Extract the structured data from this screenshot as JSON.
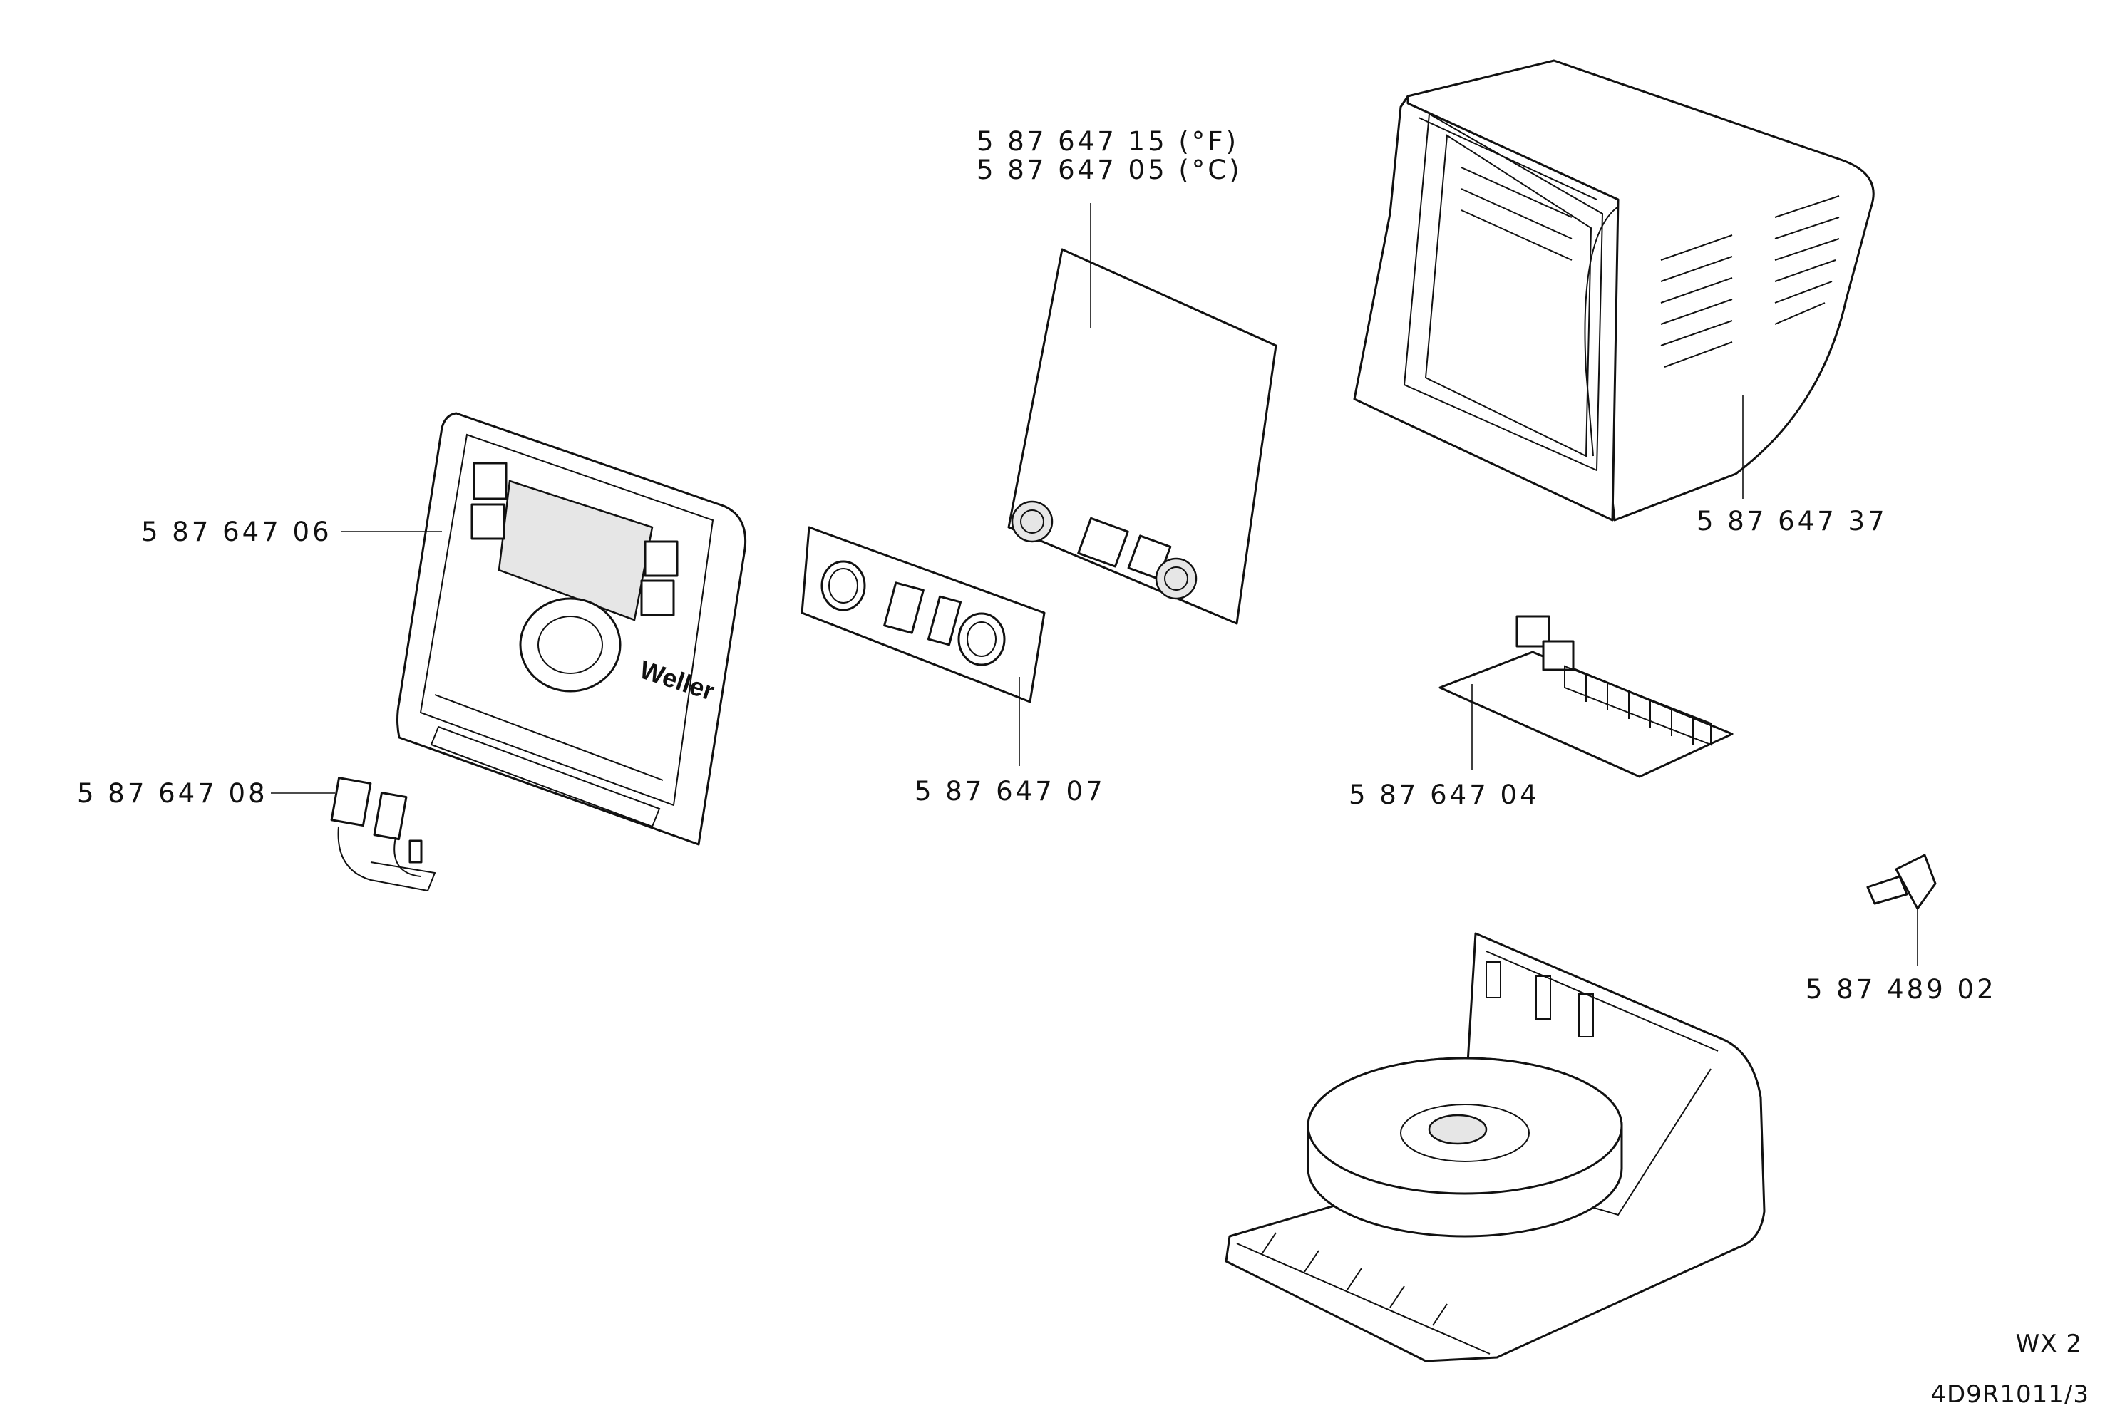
{
  "callouts": {
    "pcb_fahrenheit": "5 87 647 15 (°F)",
    "pcb_celsius": "5 87 647 05 (°C)",
    "housing": "5 87 647 37",
    "front_panel": "5 87 647 06",
    "socket_panel": "5 87 647 07",
    "power_board": "5 87 647 04",
    "switch_part": "5 87 647 08",
    "fuse_holder": "5 87 489 02"
  },
  "logo_text": "Weller",
  "sheet": {
    "model": "WX 2",
    "drawing_number": "4D9R1011/3"
  }
}
